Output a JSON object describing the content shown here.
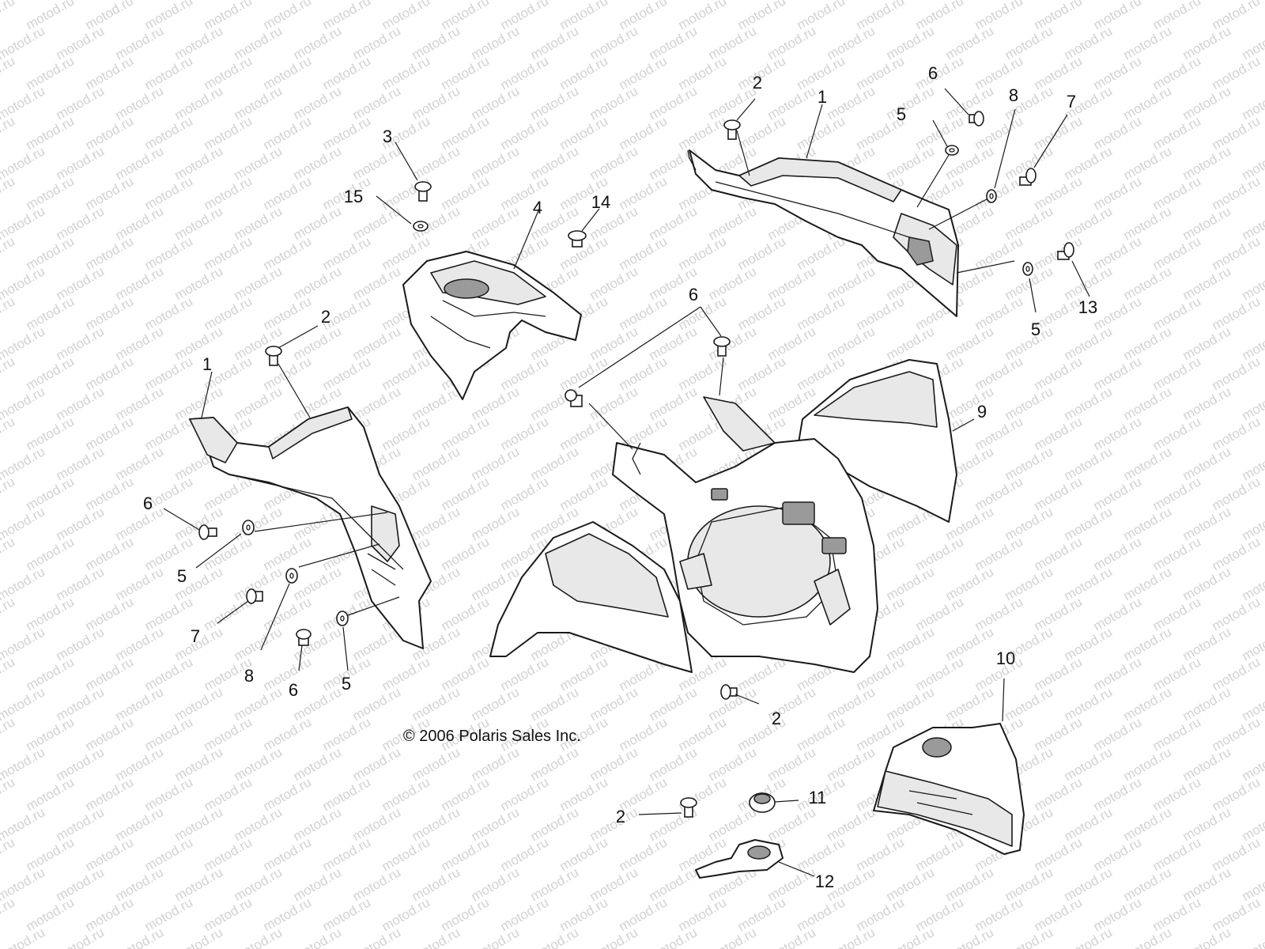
{
  "watermark": "motod.ru",
  "copyright": "© 2006 Polaris Sales Inc.",
  "callouts": [
    {
      "id": "c-2-a",
      "label": "2"
    },
    {
      "id": "c-1-a",
      "label": "1"
    },
    {
      "id": "c-6-a",
      "label": "6"
    },
    {
      "id": "c-5-a",
      "label": "5"
    },
    {
      "id": "c-8-a",
      "label": "8"
    },
    {
      "id": "c-7-a",
      "label": "7"
    },
    {
      "id": "c-13",
      "label": "13"
    },
    {
      "id": "c-5-b",
      "label": "5"
    },
    {
      "id": "c-3",
      "label": "3"
    },
    {
      "id": "c-15",
      "label": "15"
    },
    {
      "id": "c-4",
      "label": "4"
    },
    {
      "id": "c-14",
      "label": "14"
    },
    {
      "id": "c-2-b",
      "label": "2"
    },
    {
      "id": "c-1-b",
      "label": "1"
    },
    {
      "id": "c-6-b",
      "label": "6"
    },
    {
      "id": "c-9",
      "label": "9"
    },
    {
      "id": "c-6-c",
      "label": "6"
    },
    {
      "id": "c-5-c",
      "label": "5"
    },
    {
      "id": "c-7-b",
      "label": "7"
    },
    {
      "id": "c-8-b",
      "label": "8"
    },
    {
      "id": "c-6-d",
      "label": "6"
    },
    {
      "id": "c-5-d",
      "label": "5"
    },
    {
      "id": "c-2-c",
      "label": "2"
    },
    {
      "id": "c-10",
      "label": "10"
    },
    {
      "id": "c-11",
      "label": "11"
    },
    {
      "id": "c-2-d",
      "label": "2"
    },
    {
      "id": "c-12",
      "label": "12"
    }
  ]
}
